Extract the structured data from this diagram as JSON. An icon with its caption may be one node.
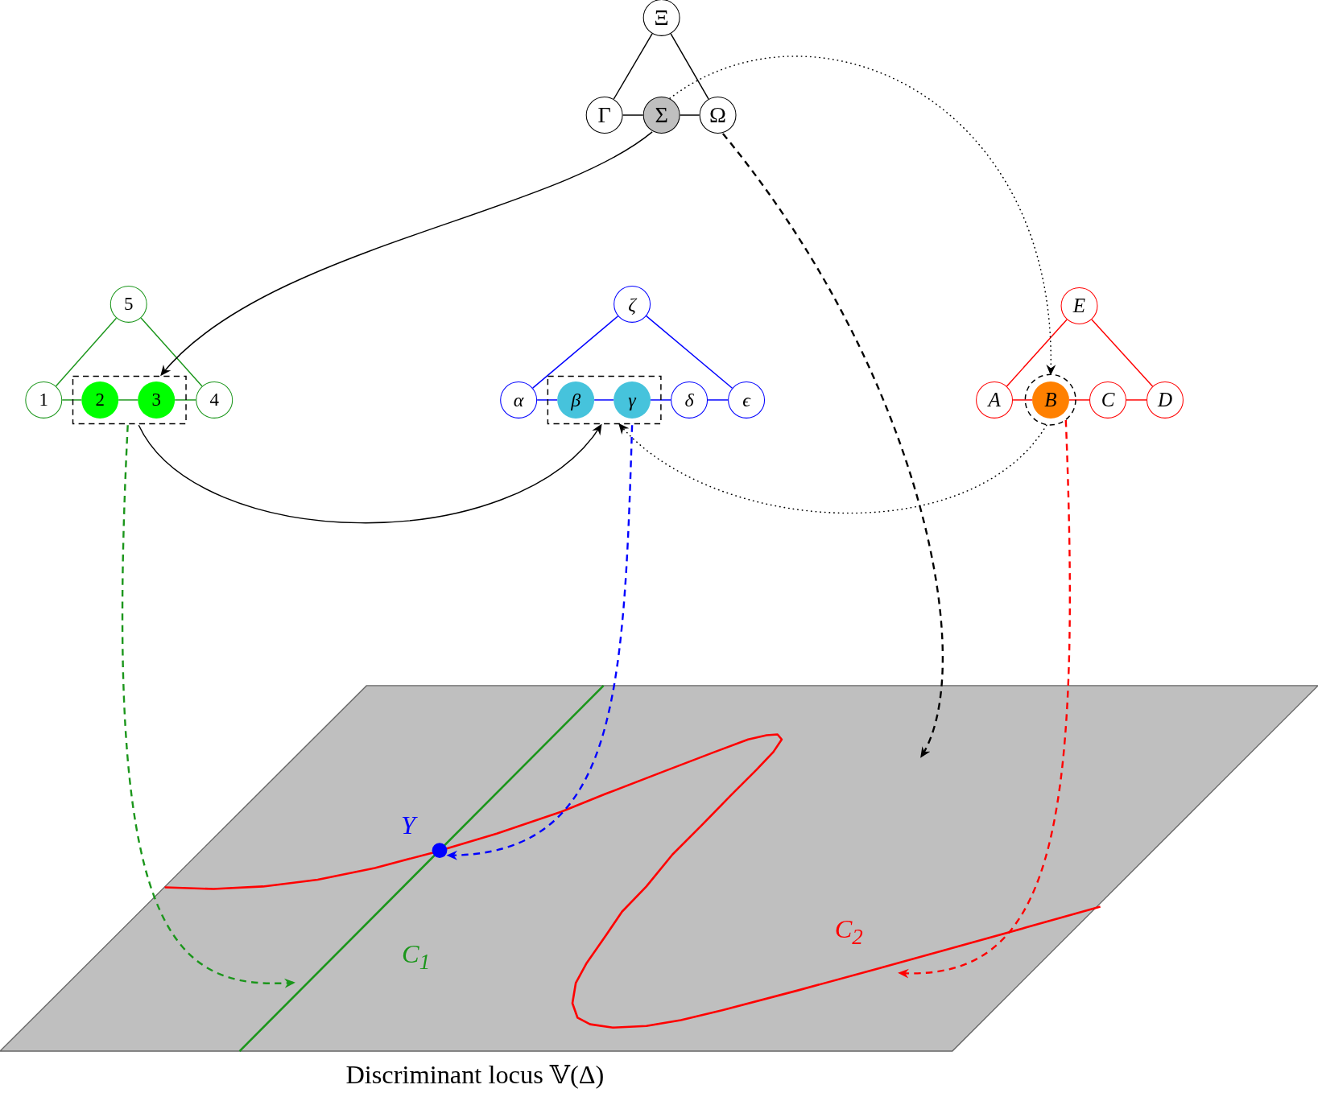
{
  "diagram": {
    "nodes": [
      {
        "text": [
          "Ξ"
        ]
      },
      {
        "text": [
          "Γ"
        ]
      },
      {
        "text": [
          "Σ"
        ]
      },
      {
        "text": [
          "Ω"
        ]
      },
      {
        "text": [
          "5"
        ]
      },
      {
        "text": [
          "1"
        ]
      },
      {
        "text": [],
        "shape": "box"
      },
      {
        "text": [
          "2"
        ],
        "in": 6
      },
      {
        "text": [
          "3"
        ],
        "in": 6
      },
      {
        "text": [
          "4"
        ]
      },
      {
        "text": [
          "ζ"
        ]
      },
      {
        "text": [
          "α"
        ]
      },
      {
        "text": [],
        "shape": "box"
      },
      {
        "text": [
          "β"
        ],
        "in": 12
      },
      {
        "text": [
          "γ"
        ],
        "in": 12
      },
      {
        "text": [
          "δ"
        ]
      },
      {
        "text": [
          "ϵ"
        ]
      },
      {
        "text": [
          "E"
        ]
      },
      {
        "text": [
          "A"
        ]
      },
      {
        "text": [],
        "shape": "circle"
      },
      {
        "text": [
          "B"
        ],
        "in": 19
      },
      {
        "text": [
          "C"
        ]
      },
      {
        "text": [
          "D"
        ]
      },
      {
        "text": [
          "Discriminant locus 𝕍(Δ)"
        ]
      },
      {
        "text": [
          "Y"
        ],
        "in": 23
      }
    ],
    "edges": [
      {
        "from": 0,
        "to": 1,
        "arrow": "none"
      },
      {
        "from": 0,
        "to": 3,
        "arrow": "none"
      },
      {
        "from": 1,
        "to": 2,
        "arrow": "none"
      },
      {
        "from": 2,
        "to": 3,
        "arrow": "none"
      },
      {
        "from": 4,
        "to": 5,
        "arrow": "none",
        "color": "#1b961b"
      },
      {
        "from": 4,
        "to": 9,
        "arrow": "none",
        "color": "#1b961b"
      },
      {
        "from": 5,
        "to": 7,
        "arrow": "none",
        "color": "#1b961b"
      },
      {
        "from": 7,
        "to": 8,
        "arrow": "none",
        "color": "#1b961b"
      },
      {
        "from": 8,
        "to": 9,
        "arrow": "none",
        "color": "#1b961b"
      },
      {
        "from": 10,
        "to": 11,
        "arrow": "none",
        "color": "#0000ff"
      },
      {
        "from": 10,
        "to": 16,
        "arrow": "none",
        "color": "#0000ff"
      },
      {
        "from": 11,
        "to": 13,
        "arrow": "none",
        "color": "#0000ff"
      },
      {
        "from": 13,
        "to": 14,
        "arrow": "none",
        "color": "#0000ff"
      },
      {
        "from": 14,
        "to": 15,
        "arrow": "none",
        "color": "#0000ff"
      },
      {
        "from": 15,
        "to": 16,
        "arrow": "none",
        "color": "#0000ff"
      },
      {
        "from": 17,
        "to": 18,
        "arrow": "none",
        "color": "#ff0000"
      },
      {
        "from": 17,
        "to": 22,
        "arrow": "none",
        "color": "#ff0000"
      },
      {
        "from": 18,
        "to": 20,
        "arrow": "none",
        "color": "#ff0000"
      },
      {
        "from": 20,
        "to": 21,
        "arrow": "none",
        "color": "#ff0000"
      },
      {
        "from": 21,
        "to": 22,
        "arrow": "none",
        "color": "#ff0000"
      },
      {
        "from": 2,
        "to": 6,
        "arrow": "to"
      },
      {
        "from": 6,
        "to": 12,
        "arrow": "to"
      },
      {
        "from": 3,
        "to": 23,
        "arrow": "to",
        "style": "dashed"
      },
      {
        "from": 2,
        "to": 19,
        "arrow": "to",
        "style": "dashed"
      },
      {
        "from": 19,
        "to": 12,
        "arrow": "to",
        "style": "dashed"
      },
      {
        "from": 6,
        "to": 23,
        "arrow": "to",
        "style": "dashed",
        "color": "#1b961b"
      },
      {
        "from": 12,
        "to": 24,
        "arrow": "to",
        "style": "dashed",
        "color": "#0000ff"
      },
      {
        "from": 19,
        "to": 23,
        "arrow": "to",
        "style": "dashed",
        "color": "#ff0000"
      }
    ],
    "labels": [
      "C$_{1}$",
      "C$_{2}$"
    ]
  }
}
